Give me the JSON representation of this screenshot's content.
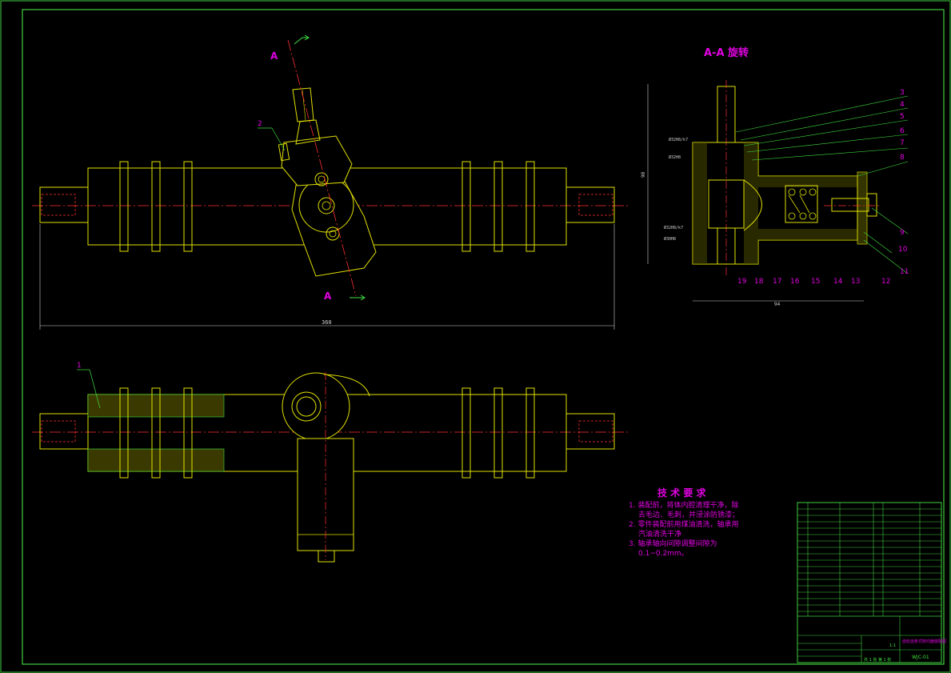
{
  "drawing": {
    "section_mark_top": "A",
    "section_mark_bottom": "A",
    "section_title": "A-A 旋转",
    "overall_length_dim": "360",
    "section_height_dim": "98",
    "section_width_dim": "94",
    "leader_labels": {
      "p1": "1",
      "p2": "2",
      "p3": "3",
      "p4": "4",
      "p5": "5",
      "p6": "6",
      "p7": "7",
      "p8": "8",
      "p9": "9",
      "p10": "10",
      "p11": "11",
      "p12": "12",
      "p13": "13",
      "p14": "14",
      "p15": "15",
      "p16": "16",
      "p17": "17",
      "p18": "18",
      "p19": "19"
    },
    "fit_labels": [
      "Ø32H8/k7",
      "Ø32H8",
      "Ø32H8/k7",
      "Ø30H8"
    ]
  },
  "tech_requirements": {
    "title": "技 术 要 求",
    "lines": [
      "1. 装配前，将体内腔清理干净，除",
      "去毛边、毛刺，并浸涂防锈漆；",
      "2. 零件装配前用煤油清洗，轴承用",
      "汽油清洗干净",
      "3. 轴承轴向间隙调整间隙为",
      "0.1~0.2mm。"
    ]
  },
  "title_block": {
    "drawing_no": "WJC-01",
    "title": "齿轮齿条式转向器装配图",
    "sheet_info": "共 1 张  第 1 张",
    "scale": "1:1"
  }
}
